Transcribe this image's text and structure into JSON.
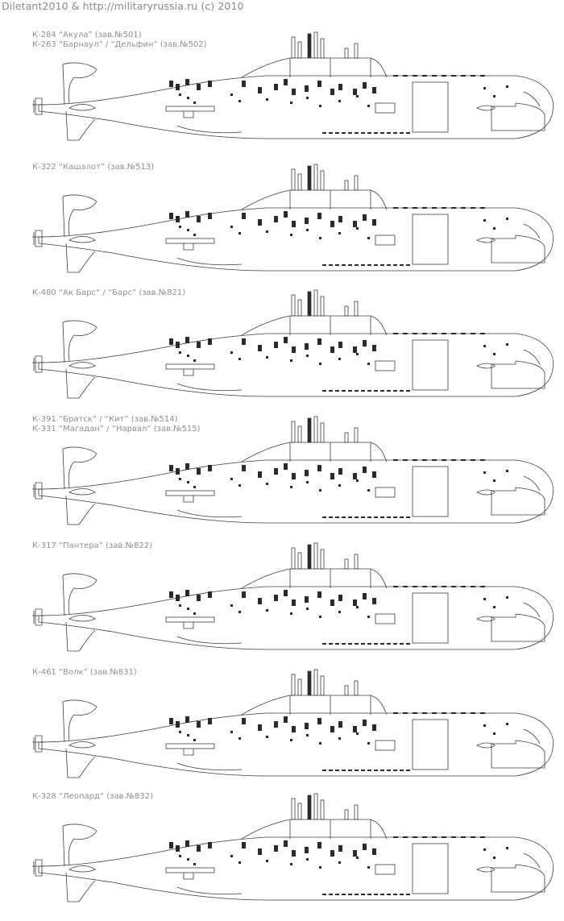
{
  "credit": "Diletant2010 & http://militaryrussia.ru (c) 2010",
  "colors": {
    "line": "#3c3c3c",
    "caption": "#8f8f8f",
    "fill": "#2a2a2a"
  },
  "boats": [
    {
      "caption": [
        "К-284 “Акула” (зав.№501)",
        "К-263 “Барнаул” / “Дельфин” (зав.№502)"
      ],
      "variant": "a"
    },
    {
      "caption": [
        "К-322 “Кашалот” (зав.№513)"
      ],
      "variant": "b"
    },
    {
      "caption": [
        "К-480 “Ак Барс” / “Барс” (зав.№821)"
      ],
      "variant": "c"
    },
    {
      "caption": [
        "К-391 “Братск” / “Кит” (зав.№514)",
        "К-331 “Магадан” / “Нарвал” (зав.№515)"
      ],
      "variant": "d"
    },
    {
      "caption": [
        "К-317 “Пантера” (зав.№822)"
      ],
      "variant": "e"
    },
    {
      "caption": [
        "К-461 “Волк” (зав.№831)"
      ],
      "variant": "f"
    },
    {
      "caption": [
        "К-328 “Леопард” (зав.№832)"
      ],
      "variant": "g"
    }
  ]
}
